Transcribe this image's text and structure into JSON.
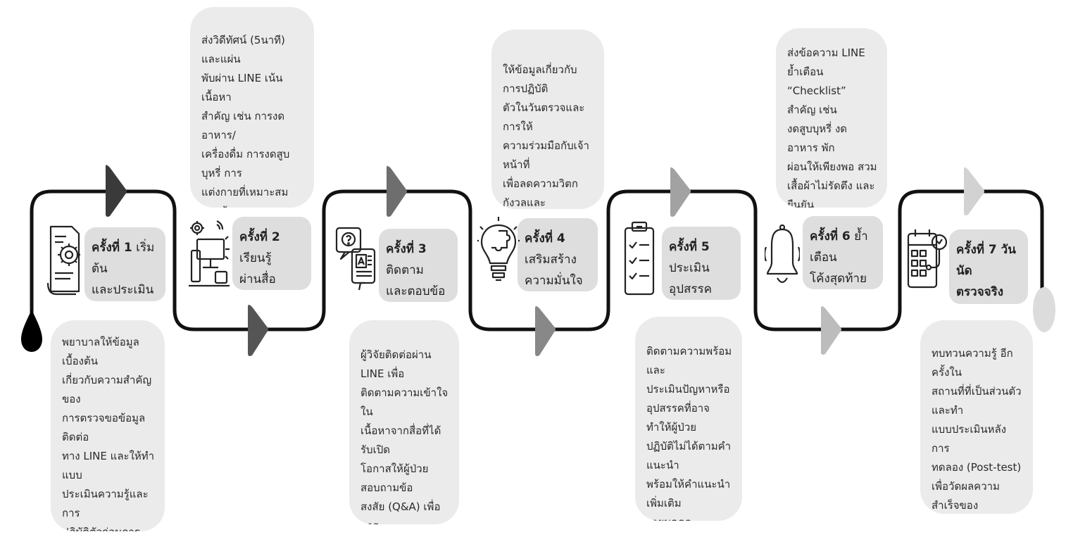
{
  "steps": [
    {
      "title": "ครั้งที่ 1",
      "subtitle_a": "เริ่มต้น",
      "subtitle_b": "และประเมิน",
      "icon": "document-gear-icon",
      "description": "พยาบาลให้ข้อมูลเบื้องต้น\nเกี่ยวกับความสำคัญของ\nการตรวจขอข้อมูลติดต่อ\nทาง LINE และให้ทำแบบ\nประเมินความรู้และการ\nปฏิบัติตัวก่อนการทดสอบ\n(Pre-test)"
    },
    {
      "title": "ครั้งที่ 2",
      "subtitle_a": "เรียนรู้",
      "subtitle_b": "ผ่านสื่อดิจิทัล",
      "icon": "computer-network-icon",
      "description": "ส่งวิดีทัศน์ (5นาที) และแผ่น\nพับผ่าน LINE เน้นเนื้อหา\nสำคัญ เช่น การงดอาหาร/\nเครื่องดื่ม การงดสูบบุหรี่ การ\nแต่งกายที่เหมาะสม และข้อ\nควรปฏิบัติขณะรอตรวจ"
    },
    {
      "title": "ครั้งที่ 3",
      "subtitle_a": "ติดตาม",
      "subtitle_b": "และตอบข้อสงสัย",
      "icon": "question-answer-icon",
      "description": "ผู้วิจัยติดต่อผ่าน LINE เพื่อ\nติดตามความเข้าใจใน\nเนื้อหาจากสื่อที่ได้รับเปิด\nโอกาสให้ผู้ป่วยสอบถามข้อ\nสงสัย (Q&A) เพื่อการ\nเตรียมตัวที่แม่นยำ"
    },
    {
      "title": "ครั้งที่ 4",
      "subtitle_a": "เสริมสร้าง",
      "subtitle_b": "ความมั่นใจ",
      "icon": "lightbulb-puzzle-icon",
      "description": "ให้ข้อมูลเกี่ยวกับการปฏิบัติ\nตัวในวันตรวจและการให้\nความร่วมมือกับเจ้าหน้าที่\nเพื่อลดความวิตกกังวลและ\nสร้างความพร้อมทางจิตใจ"
    },
    {
      "title": "ครั้งที่ 5",
      "subtitle_a": "ประเมิน",
      "subtitle_b": "อุปสรรค",
      "icon": "clipboard-checklist-icon",
      "description": "ติดตามความพร้อมและ\nประเมินปัญหาหรือ\nอุปสรรคที่อาจทำให้ผู้ป่วย\nปฏิบัติไม่ได้ตามคำแนะนำ\nพร้อมให้คำแนะนำเพิ่มเติม\nรายบุคคล"
    },
    {
      "title": "ครั้งที่ 6",
      "subtitle_a": "ย้ำเตือน",
      "subtitle_b": "โค้งสุดท้าย",
      "icon": "bell-icon",
      "description": "ส่งข้อความ LINE ย้ำเตือน\n“Checklist” สำคัญ เช่น\nงดสูบบุหรี่ งดอาหาร พัก\nผ่อนให้เพียงพอ สวม\nเสื้อผ้าไม่รัดตึง และยืนยัน\nวันนัด"
    },
    {
      "title": "ครั้งที่ 7 วันนัด",
      "subtitle_a": "",
      "subtitle_b": "ตรวจจริง",
      "icon": "calendar-stethoscope-icon",
      "description": "ทบทวนความรู้ อีกครั้งใน\nสถานที่ที่เป็นส่วนตัวและทำ\nแบบประเมินหลังการ\nทดลอง (Post-test)\nเพื่อวัดผลความสำเร็จของ\nโปรแกรม"
    }
  ],
  "colors": {
    "path": "#111111",
    "arrows": [
      "#3a3a3a",
      "#555555",
      "#6e6e6e",
      "#888888",
      "#a2a2a2",
      "#bcbcbc",
      "#d2d2d2"
    ],
    "desc_bg": "#ebebeb",
    "label_bg": "#dedede"
  }
}
